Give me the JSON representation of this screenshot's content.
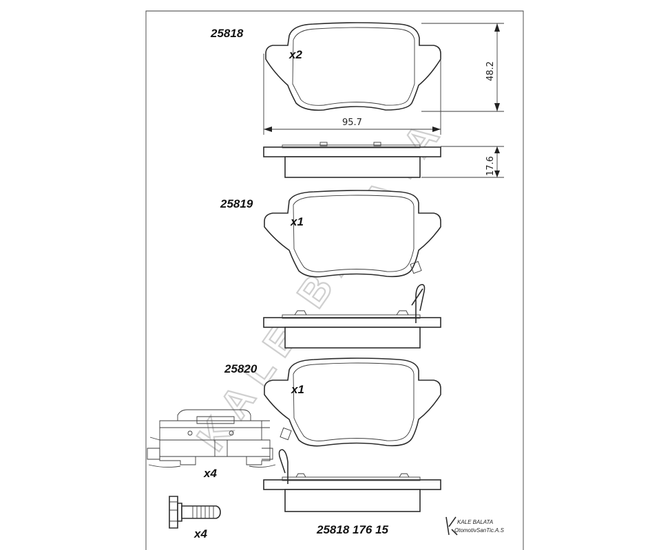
{
  "drawing": {
    "watermark": "KALE BALATA",
    "pads": [
      {
        "part_number": "25818",
        "quantity": "x2"
      },
      {
        "part_number": "25819",
        "quantity": "x1"
      },
      {
        "part_number": "25820",
        "quantity": "x1"
      }
    ],
    "dimensions": {
      "width": "95.7",
      "height": "48.2",
      "thickness": "17.6"
    },
    "clip_quantity": "x4",
    "bolt_quantity": "x4",
    "set_code": "25818 176 15",
    "brand": {
      "name": "KALE  BALATA",
      "company": "OtomotivSanTic.A.S"
    }
  }
}
